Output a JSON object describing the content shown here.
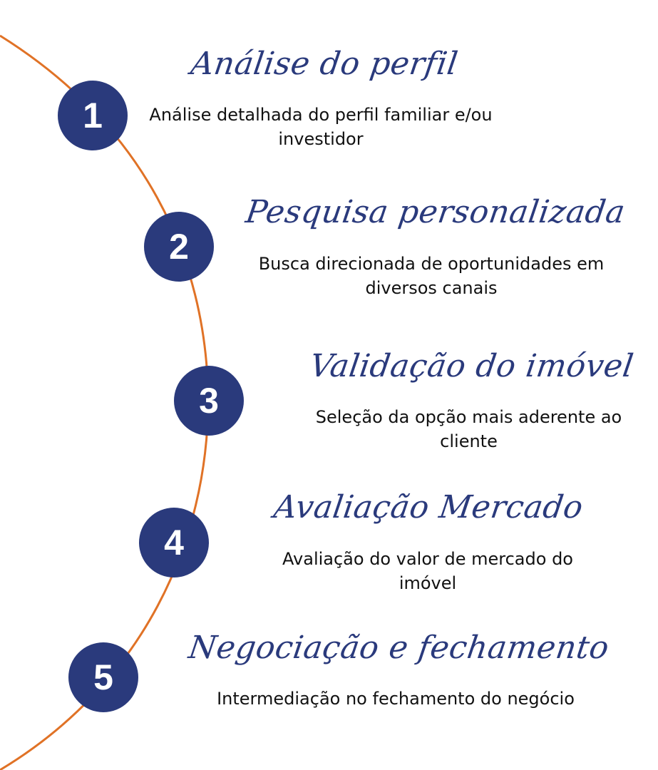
{
  "colors": {
    "circle": "#2a3a7c",
    "title": "#2a3a7c",
    "arc": "#e07226",
    "text": "#111111"
  },
  "steps": [
    {
      "number": "1",
      "title": "Análise do perfil",
      "description": "Análise detalhada do perfil familiar e/ou investidor"
    },
    {
      "number": "2",
      "title": "Pesquisa personalizada",
      "description": "Busca direcionada de oportunidades em diversos canais"
    },
    {
      "number": "3",
      "title": "Validação do imóvel",
      "description": "Seleção da opção mais aderente ao cliente"
    },
    {
      "number": "4",
      "title": "Avaliação Mercado",
      "description": "Avaliação do valor de mercado do imóvel"
    },
    {
      "number": "5",
      "title": "Negociação e fechamento",
      "description": "Intermediação no fechamento do negócio"
    }
  ]
}
